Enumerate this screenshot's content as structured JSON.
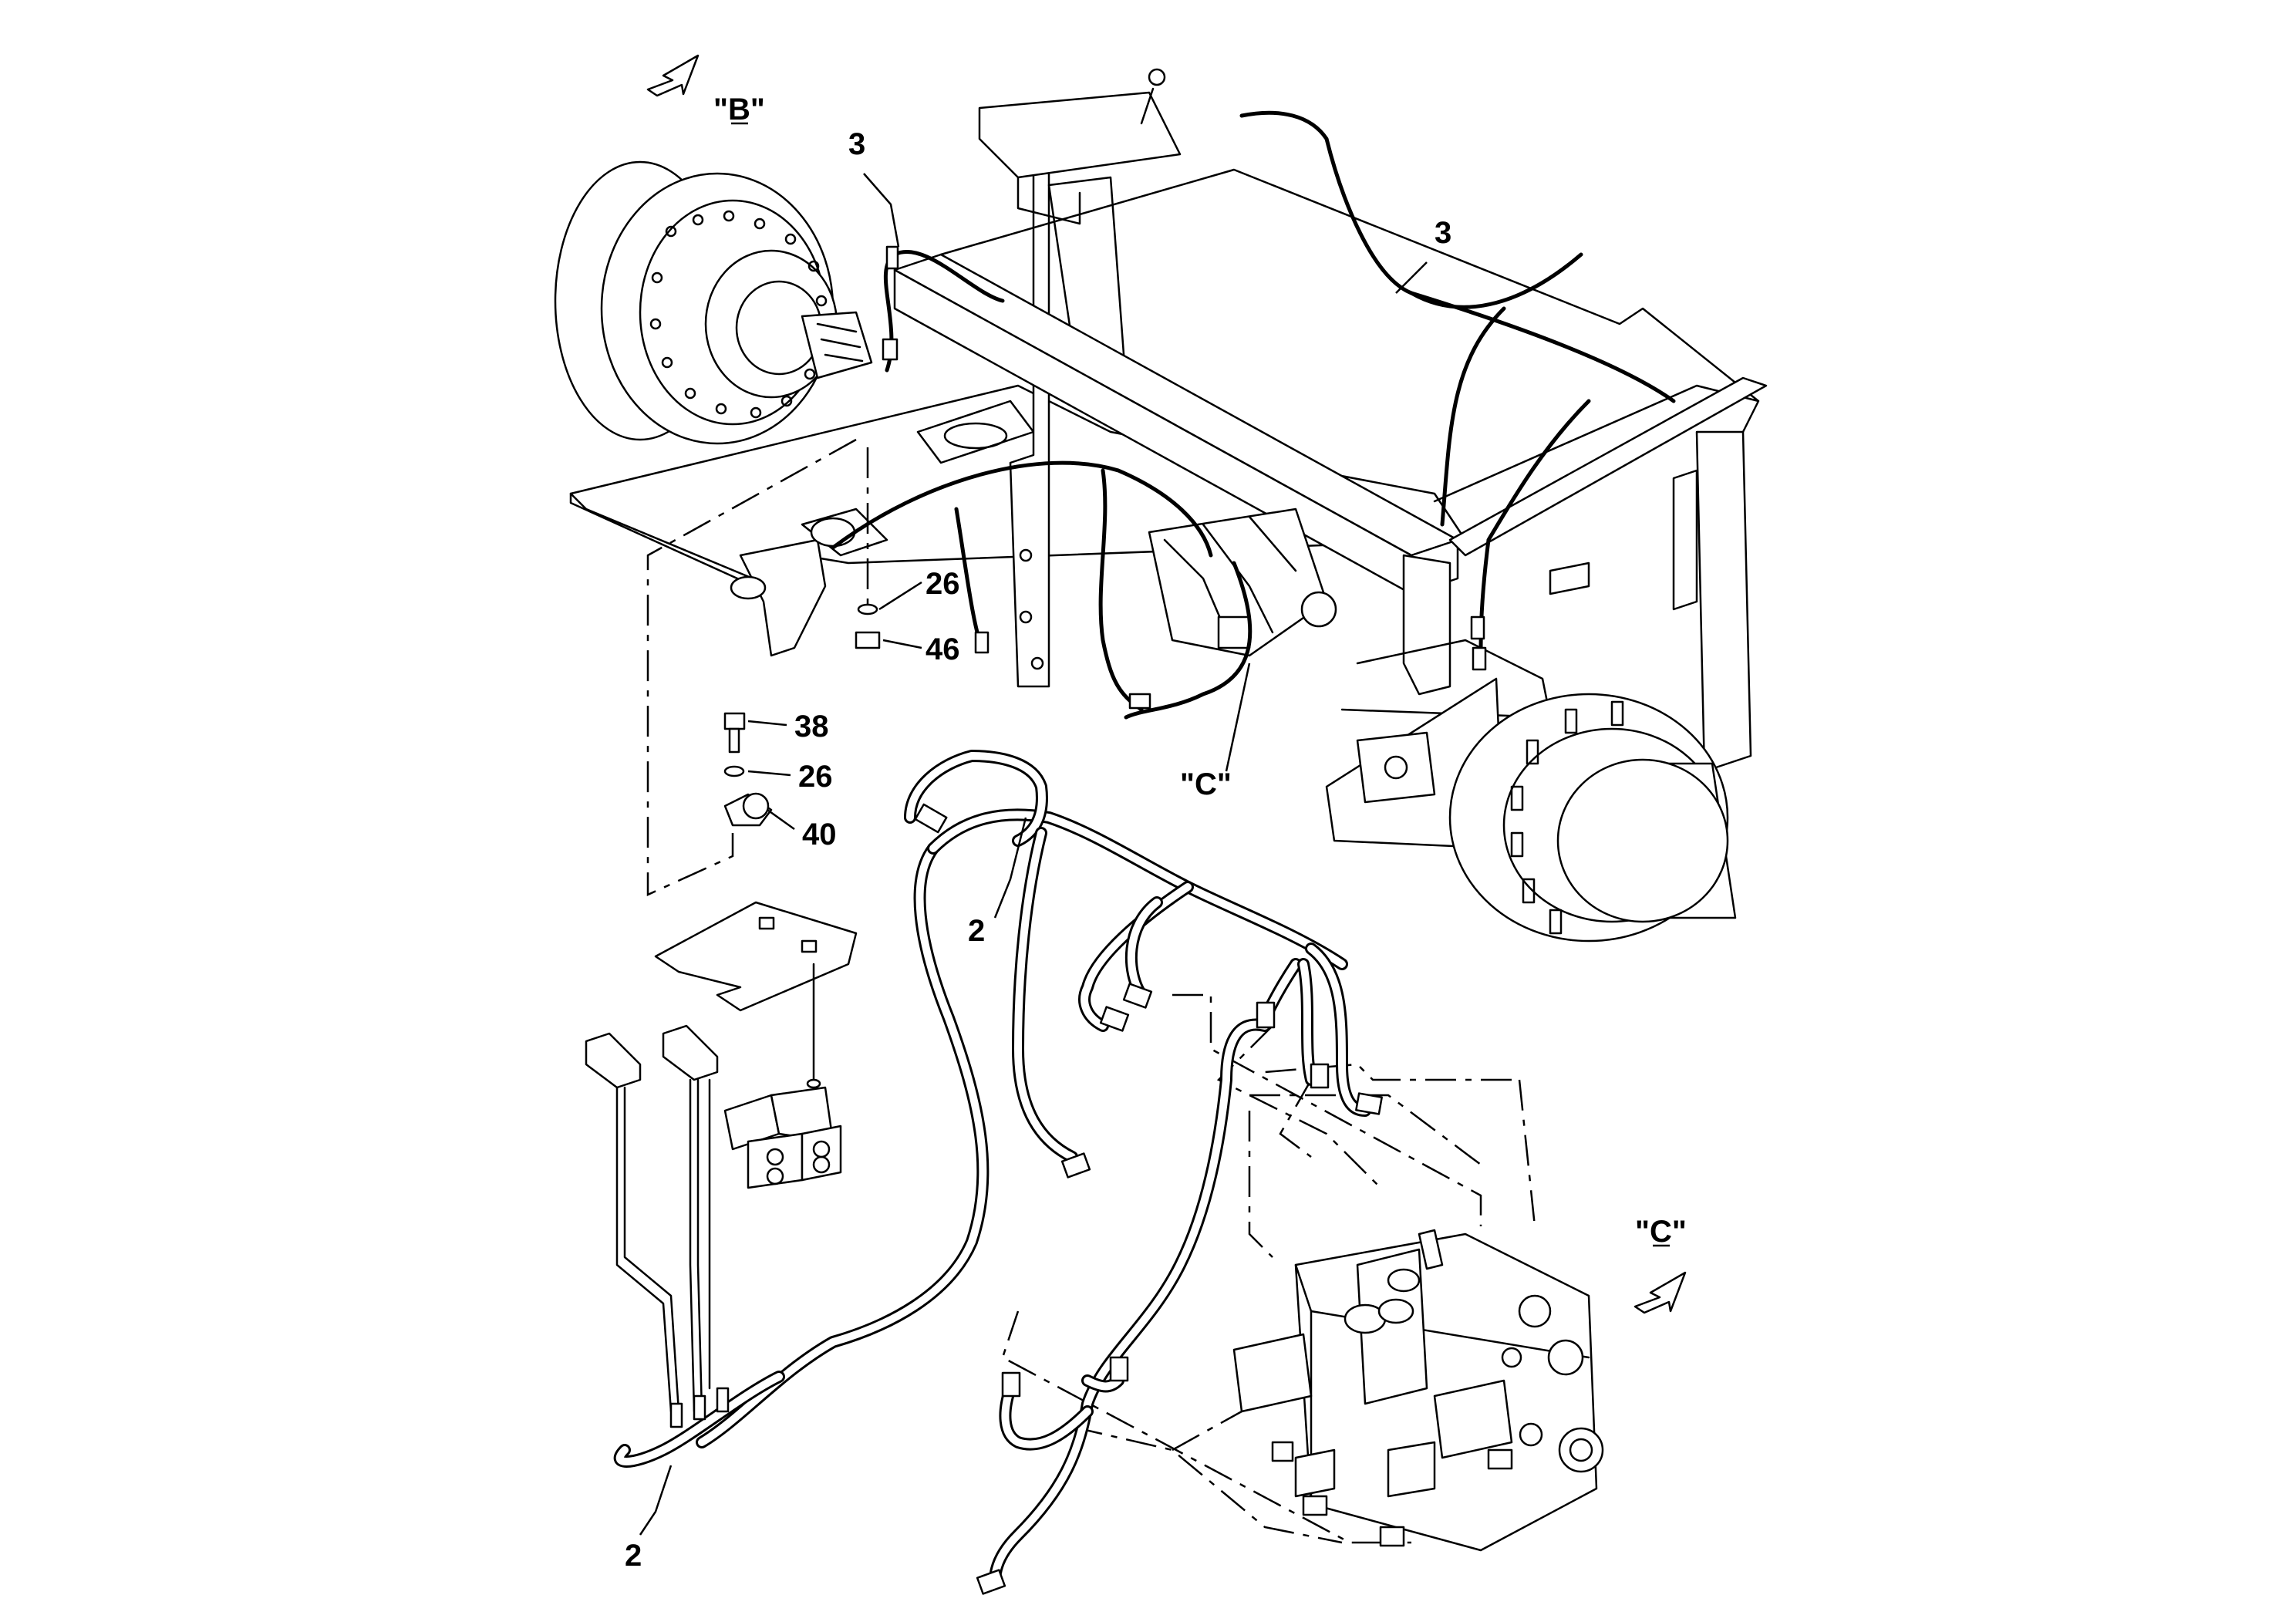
{
  "view_labels": {
    "view_b": "\"B\"",
    "view_c_callout": "\"C\"",
    "view_c_detail": "\"C\""
  },
  "callouts": {
    "ref_3_left": "3",
    "ref_3_right": "3",
    "ref_26_upper": "26",
    "ref_46": "46",
    "ref_38": "38",
    "ref_26_lower": "26",
    "ref_40": "40",
    "ref_2_upper": "2",
    "ref_2_lower": "2"
  }
}
